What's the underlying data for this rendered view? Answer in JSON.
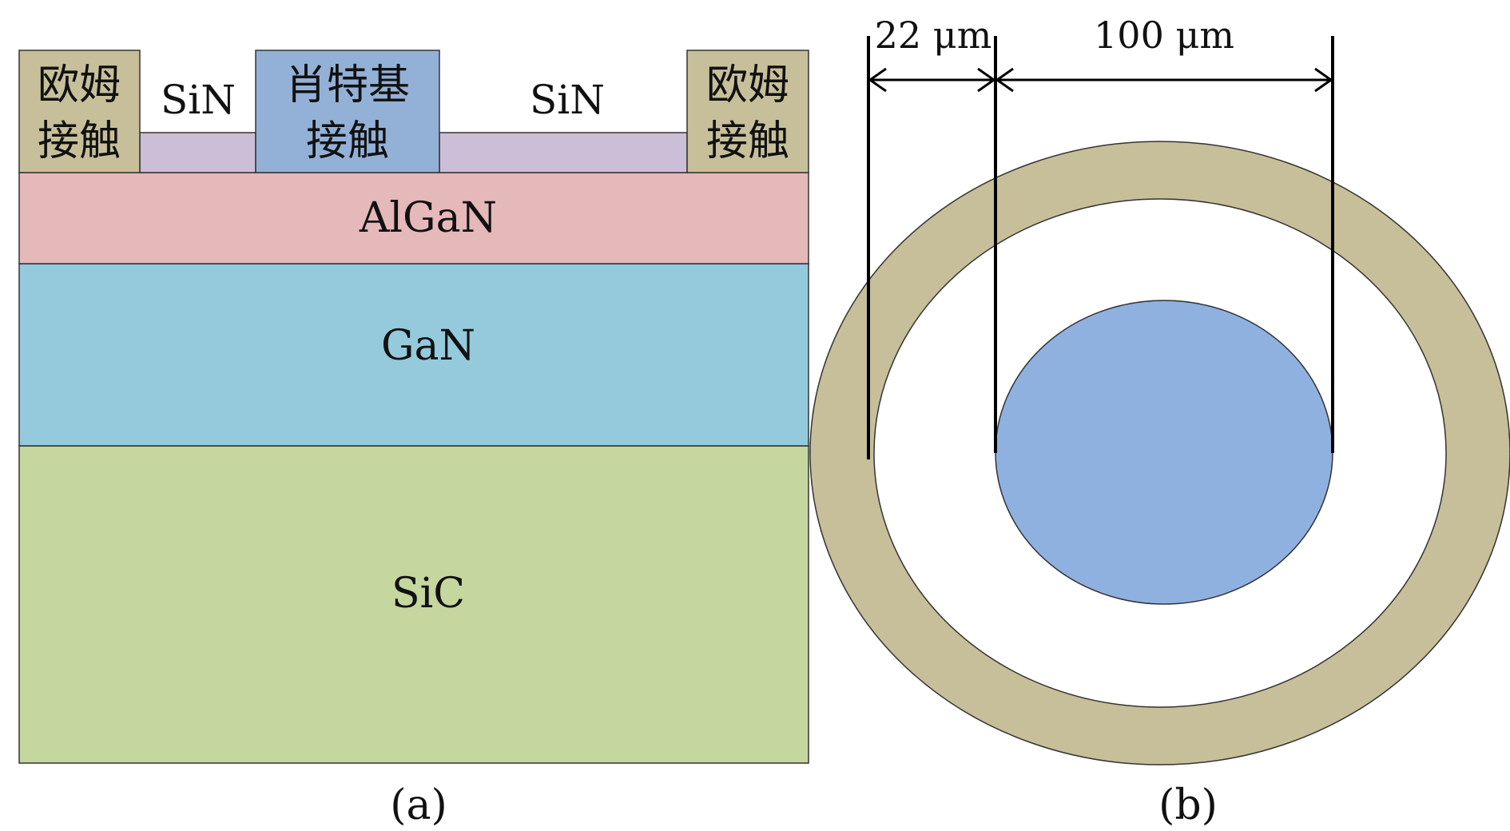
{
  "panel_a": {
    "ohmic_left": [
      "欧姆",
      "接触"
    ],
    "ohmic_right": [
      "欧姆",
      "接触"
    ],
    "schottky": [
      "肖特基",
      "接触"
    ],
    "sin_left": "SiN",
    "sin_right": "SiN",
    "algan": "AlGaN",
    "gan": "GaN",
    "sic": "SiC",
    "caption": "(a)"
  },
  "panel_b": {
    "dim_gap": "22 μm",
    "dim_diameter": "100 μm",
    "caption": "(b)"
  },
  "colors": {
    "ohmic": "#c6bf9a",
    "sin": "#cbbfd8",
    "schottky": "#93b1d6",
    "algan": "#e5b8b9",
    "gan": "#94cadc",
    "sic": "#c5d69f",
    "ring": "#c6bf9a",
    "disk": "#8fb1e0"
  }
}
